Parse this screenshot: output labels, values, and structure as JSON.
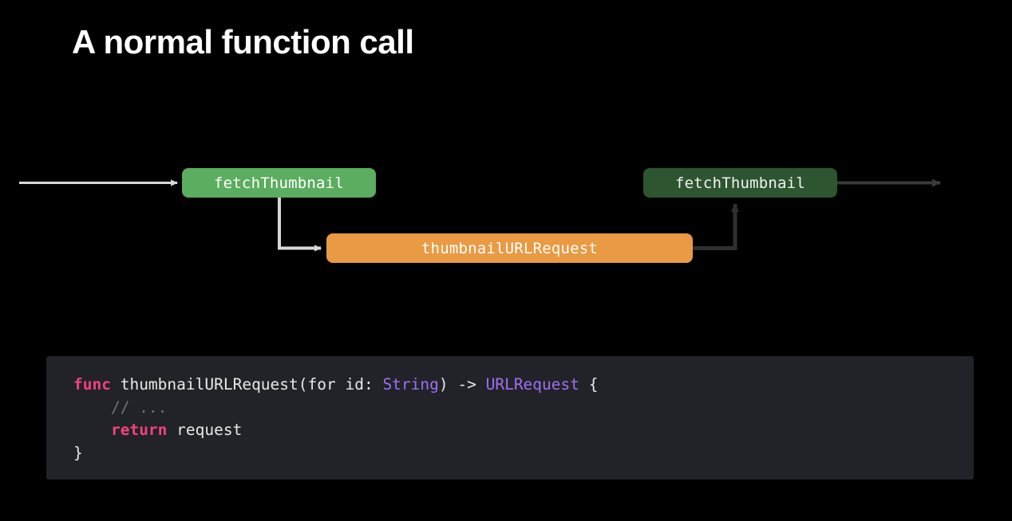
{
  "slide": {
    "title": "A normal function call",
    "background_color": "#000000"
  },
  "diagram": {
    "nodes": [
      {
        "id": "fetch-thumbnail-active",
        "label": "fetchThumbnail",
        "color": "#5bad5f",
        "state": "active"
      },
      {
        "id": "thumbnail-url-request",
        "label": "thumbnailURLRequest",
        "color": "#e99a43",
        "state": "active"
      },
      {
        "id": "fetch-thumbnail-resumed",
        "label": "fetchThumbnail",
        "color": "#2d5530",
        "state": "dimmed"
      }
    ],
    "edges": [
      {
        "id": "entry-arrow",
        "from": "caller",
        "to": "fetch-thumbnail-active",
        "color": "#d8d8d8"
      },
      {
        "id": "call-arrow",
        "from": "fetch-thumbnail-active",
        "to": "thumbnail-url-request",
        "color": "#d8d8d8"
      },
      {
        "id": "return-arrow",
        "from": "thumbnail-url-request",
        "to": "fetch-thumbnail-resumed",
        "color": "#2f2f2f"
      },
      {
        "id": "exit-arrow",
        "from": "fetch-thumbnail-resumed",
        "to": "caller",
        "color": "#3a3a3a"
      }
    ]
  },
  "code": {
    "background_color": "#212328",
    "keyword_color": "#f2417f",
    "type_color": "#a06ef2",
    "comment_color": "#6f7278",
    "text_color": "#e8e8e8",
    "lines": [
      {
        "tokens": [
          {
            "t": "func",
            "k": "kw"
          },
          {
            "t": " thumbnailURLRequest(for id: ",
            "k": "plain"
          },
          {
            "t": "String",
            "k": "type"
          },
          {
            "t": ") -> ",
            "k": "plain"
          },
          {
            "t": "URLRequest",
            "k": "type"
          },
          {
            "t": " {",
            "k": "plain"
          }
        ]
      },
      {
        "tokens": [
          {
            "t": "    // ...",
            "k": "comment"
          }
        ]
      },
      {
        "tokens": [
          {
            "t": "    ",
            "k": "plain"
          },
          {
            "t": "return",
            "k": "kw"
          },
          {
            "t": " request",
            "k": "plain"
          }
        ]
      },
      {
        "tokens": [
          {
            "t": "}",
            "k": "plain"
          }
        ]
      }
    ]
  }
}
